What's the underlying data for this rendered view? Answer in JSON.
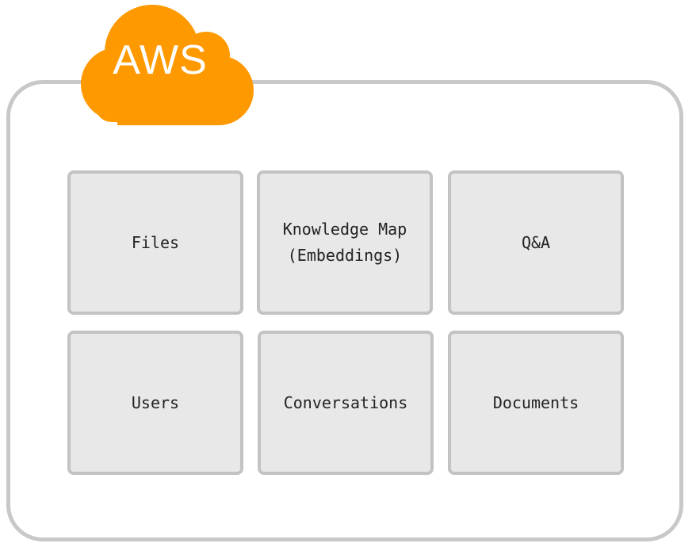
{
  "colors": {
    "cloud": "#ff9900",
    "container_border": "#c8c8c8",
    "box_fill": "#e8e8e8",
    "box_border": "#c3c3c3",
    "text": "#222222"
  },
  "cloud": {
    "icon": "cloud-icon",
    "label": "AWS"
  },
  "services": [
    {
      "label": "Files"
    },
    {
      "label": "Knowledge Map\n(Embeddings)"
    },
    {
      "label": "Q&A"
    },
    {
      "label": "Users"
    },
    {
      "label": "Conversations"
    },
    {
      "label": "Documents"
    }
  ]
}
